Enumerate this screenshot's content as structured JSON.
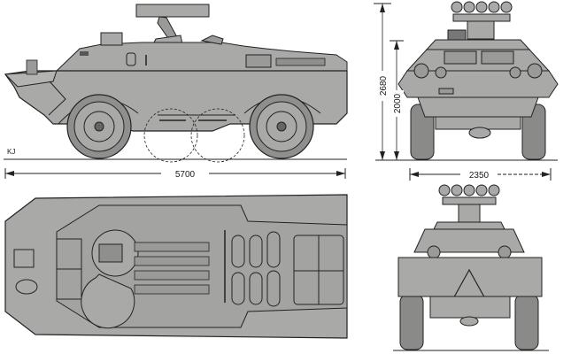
{
  "drawing": {
    "subject": "armoured 4x4 vehicle with missile launcher",
    "colors": {
      "body": "#a9aaa8",
      "body_dark": "#8f908e",
      "line": "#222222",
      "background": "#ffffff"
    },
    "views": {
      "side": {
        "label": "side-view",
        "dimension_length": "5700",
        "corner_mark": "KJ"
      },
      "front": {
        "label": "front-view",
        "dimension_height_total": "2680",
        "dimension_height_hull": "2000",
        "dimension_width": "2350"
      },
      "top": {
        "label": "top-view"
      },
      "rear": {
        "label": "rear-view"
      }
    }
  }
}
